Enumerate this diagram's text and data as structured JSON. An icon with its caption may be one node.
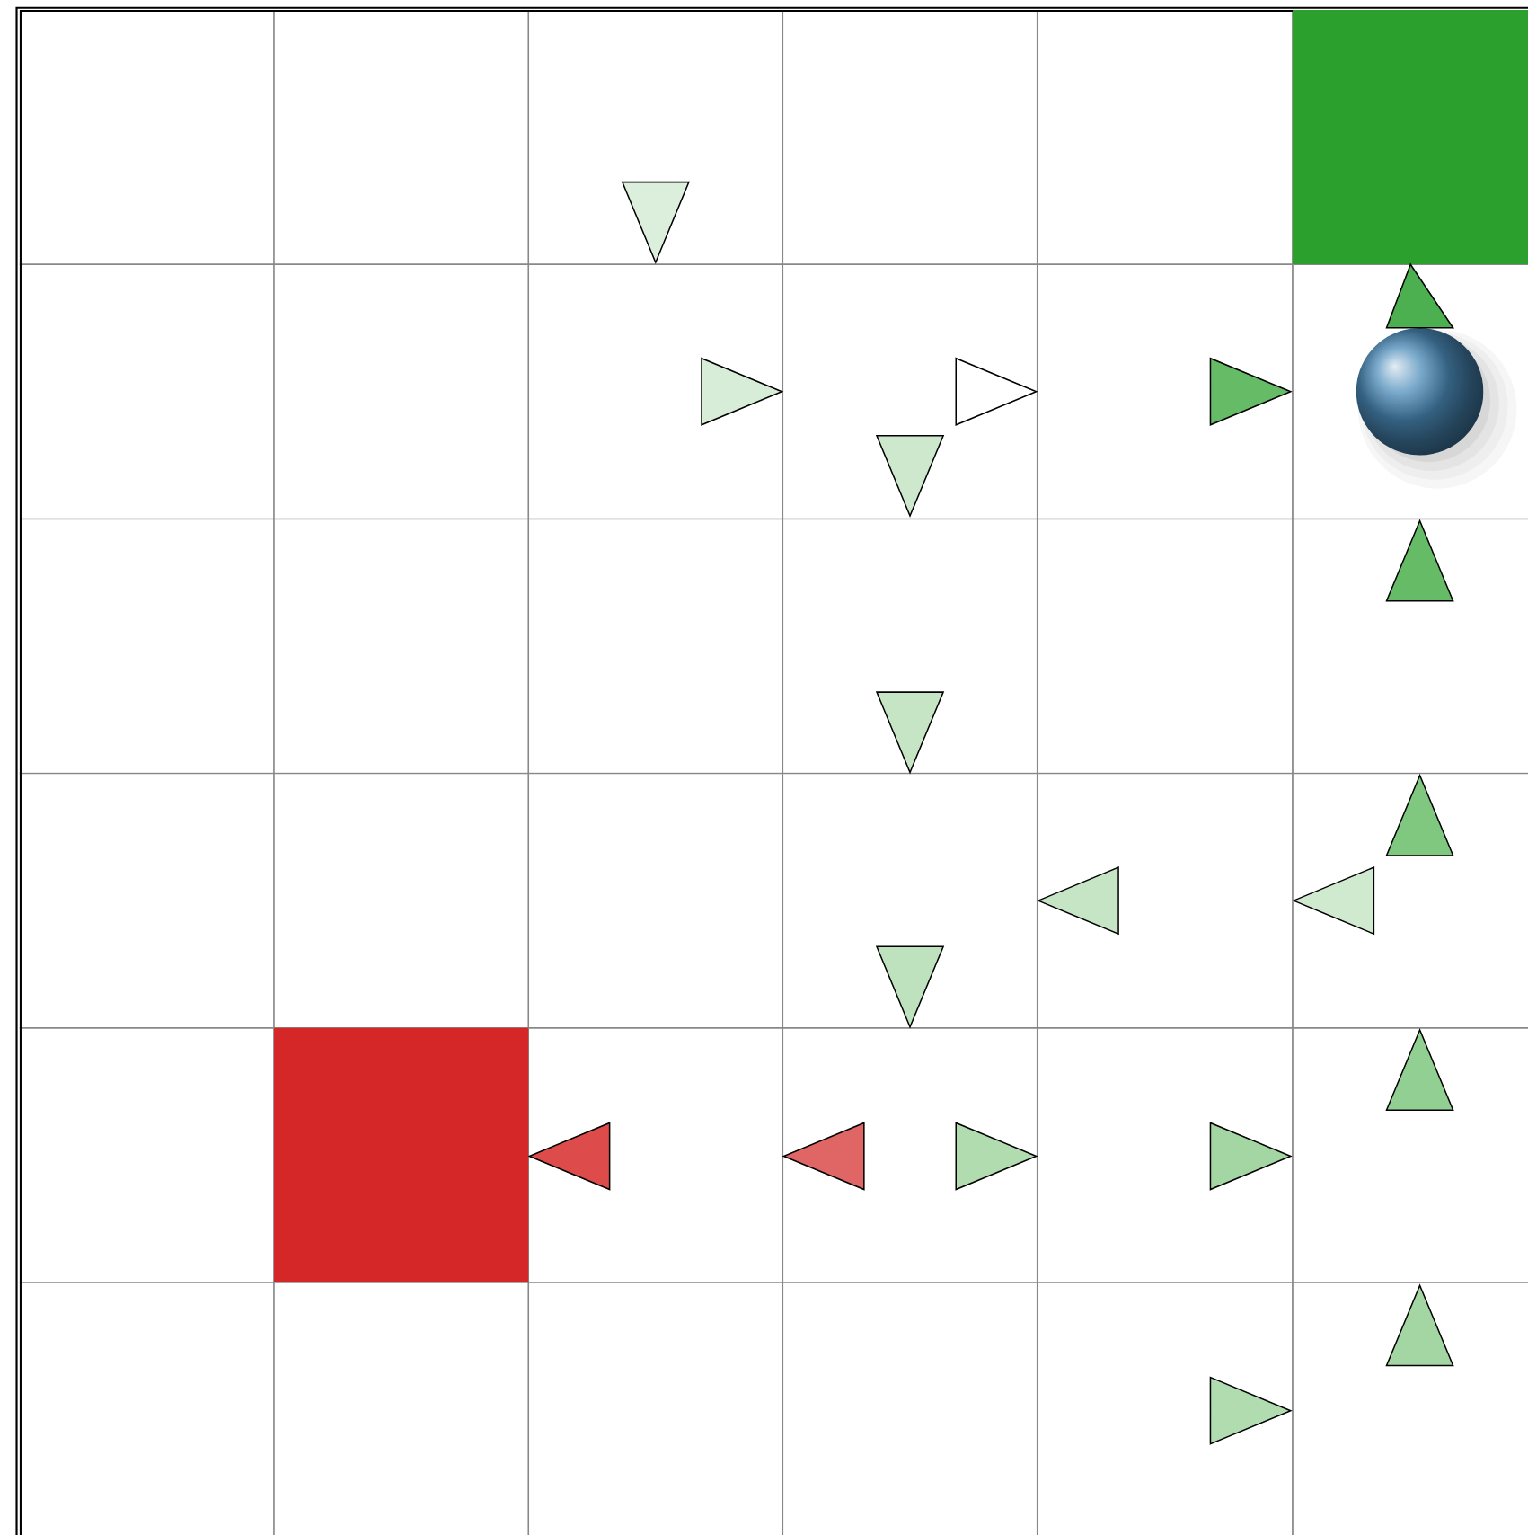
{
  "diagram": {
    "nodes": [
      {
        "text": [],
        "shape": "box"
      },
      {
        "text": [],
        "shape": "box"
      },
      {
        "text": [],
        "shape": "circle"
      }
    ],
    "edges": [
      {
        "from": 2,
        "to": 0,
        "arrow": "to"
      }
    ]
  }
}
